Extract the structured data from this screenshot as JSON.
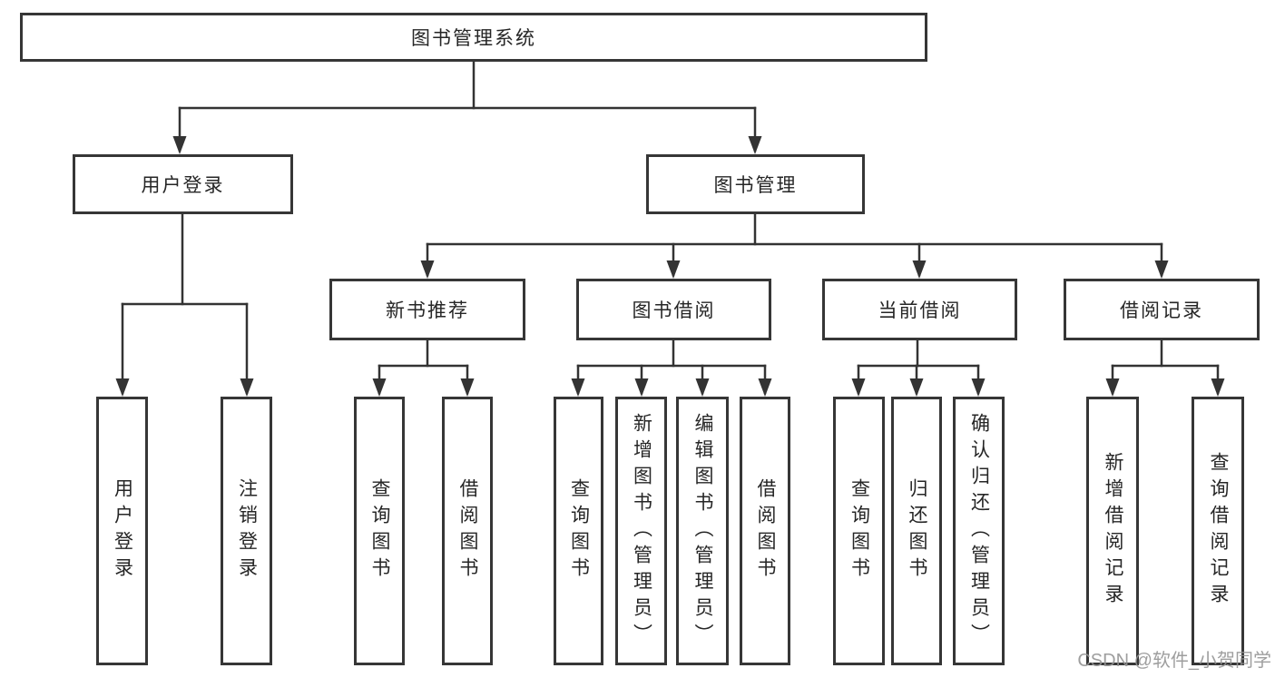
{
  "diagram_title": "图书管理系统",
  "tree": {
    "label": "图书管理系统",
    "children": [
      {
        "label": "用户登录",
        "children": [
          {
            "label": "用户登录"
          },
          {
            "label": "注销登录"
          }
        ]
      },
      {
        "label": "图书管理",
        "children": [
          {
            "label": "新书推荐",
            "children": [
              {
                "label": "查询图书"
              },
              {
                "label": "借阅图书"
              }
            ]
          },
          {
            "label": "图书借阅",
            "children": [
              {
                "label": "查询图书"
              },
              {
                "label": "新增图书（管理员）"
              },
              {
                "label": "编辑图书（管理员）"
              },
              {
                "label": "借阅图书"
              }
            ]
          },
          {
            "label": "当前借阅",
            "children": [
              {
                "label": "查询图书"
              },
              {
                "label": "归还图书"
              },
              {
                "label": "确认归还（管理员）"
              }
            ]
          },
          {
            "label": "借阅记录",
            "children": [
              {
                "label": "新增借阅记录"
              },
              {
                "label": "查询借阅记录"
              }
            ]
          }
        ]
      }
    ]
  },
  "watermark": "CSDN @软件_小贺同学",
  "colors": {
    "line": "#333333",
    "box_border": "#363636",
    "text": "#262626",
    "background": "#ffffff",
    "watermark": "#949494"
  }
}
